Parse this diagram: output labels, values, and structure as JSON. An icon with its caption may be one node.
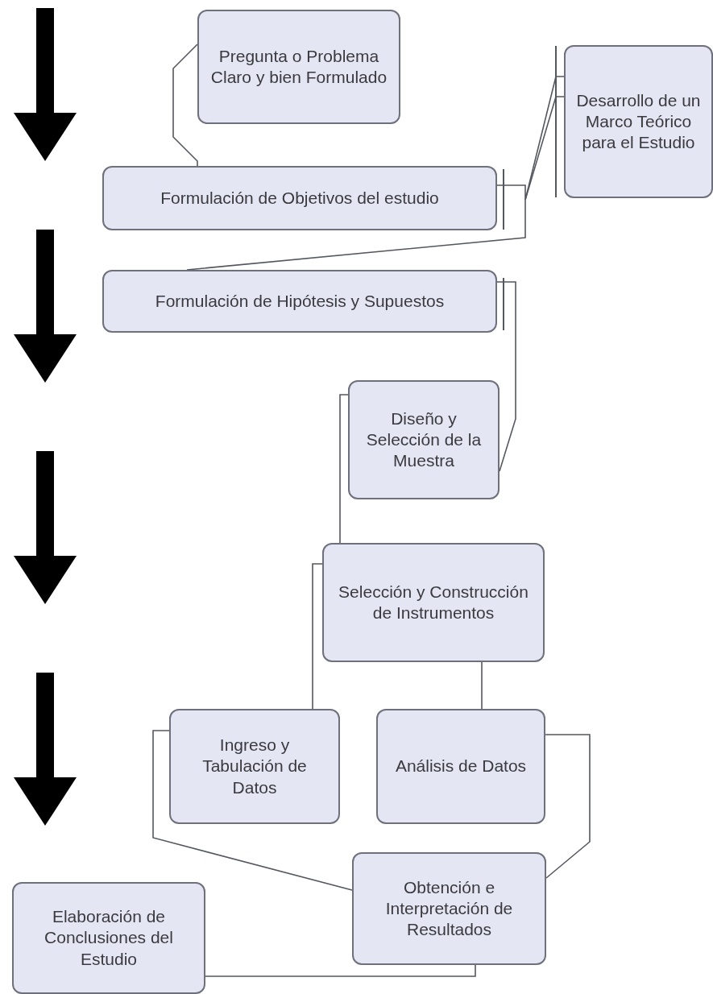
{
  "diagram": {
    "nodes": [
      {
        "text": [
          "Pregunta o Problema Claro y bien Formulado"
        ]
      },
      {
        "text": [
          "Formulación de Objetivos del estudio"
        ]
      },
      {
        "text": [
          "Desarrollo de un Marco Teórico para el Estudio"
        ]
      },
      {
        "text": [
          "Formulación de Hipótesis y Supuestos"
        ]
      },
      {
        "text": [
          "Diseño y Selección de la Muestra"
        ]
      },
      {
        "text": [
          "Selección y Construcción de Instrumentos"
        ]
      },
      {
        "text": [
          "Ingreso y Tabulación de Datos"
        ]
      },
      {
        "text": [
          "Análisis de Datos"
        ]
      },
      {
        "text": [
          "Obtención e Interpretación de Resultados"
        ]
      },
      {
        "text": [
          "Elaboración de Conclusiones del Estudio"
        ]
      }
    ],
    "edges": [
      {
        "from": 0,
        "to": 1,
        "arrow": "none"
      },
      {
        "from": 1,
        "to": 2,
        "arrow": "none"
      },
      {
        "from": 2,
        "to": 3,
        "arrow": "none"
      },
      {
        "from": 3,
        "to": 4,
        "arrow": "none"
      },
      {
        "from": 4,
        "to": 5,
        "arrow": "none"
      },
      {
        "from": 5,
        "to": 6,
        "arrow": "none"
      },
      {
        "from": 5,
        "to": 7,
        "arrow": "none"
      },
      {
        "from": 6,
        "to": 8,
        "arrow": "none"
      },
      {
        "from": 7,
        "to": 8,
        "arrow": "none"
      },
      {
        "from": 8,
        "to": 9,
        "arrow": "none"
      }
    ]
  }
}
